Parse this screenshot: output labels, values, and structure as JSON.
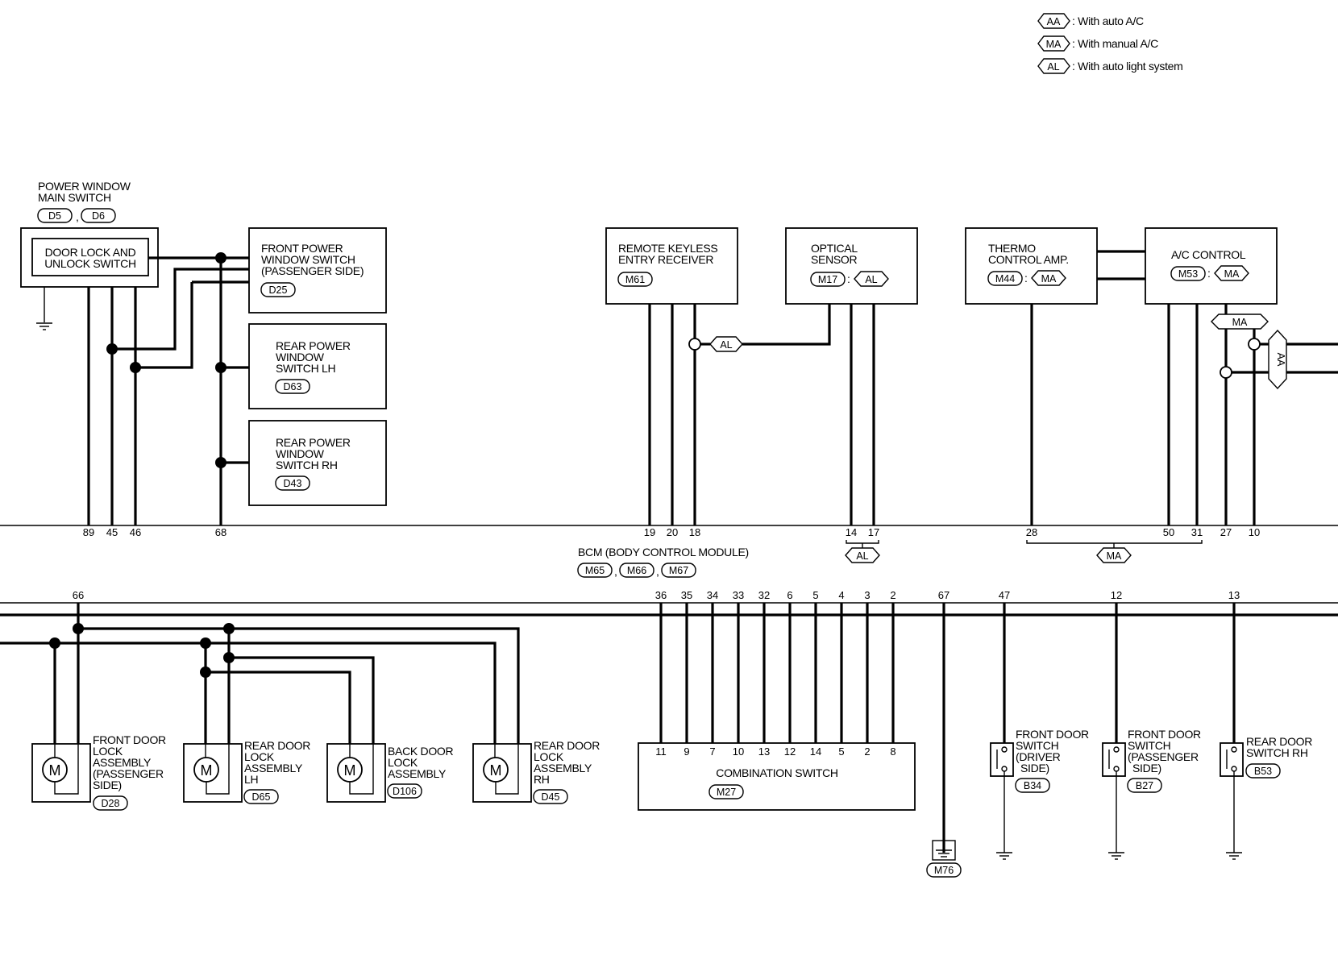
{
  "legend": [
    {
      "code": "AA",
      "text": ": With auto A/C"
    },
    {
      "code": "MA",
      "text": ": With manual A/C"
    },
    {
      "code": "AL",
      "text": ": With auto light system"
    }
  ],
  "pw_main": {
    "line1": "POWER WINDOW",
    "line2": "MAIN SWITCH",
    "conn1": "D5",
    "sep": ",",
    "conn2": "D6",
    "inner1": "DOOR LOCK AND",
    "inner2": "UNLOCK SWITCH"
  },
  "front_pw": {
    "line1": "FRONT POWER",
    "line2": "WINDOW SWITCH",
    "line3": "(PASSENGER SIDE)",
    "conn": "D25"
  },
  "rear_pw_lh": {
    "line1": "REAR POWER",
    "line2": "WINDOW",
    "line3": "SWITCH LH",
    "conn": "D63"
  },
  "rear_pw_rh": {
    "line1": "REAR POWER",
    "line2": "WINDOW",
    "line3": "SWITCH RH",
    "conn": "D43"
  },
  "keyless": {
    "line1": "REMOTE KEYLESS",
    "line2": "ENTRY RECEIVER",
    "conn": "M61"
  },
  "optical": {
    "line1": "OPTICAL",
    "line2": "SENSOR",
    "conn": "M17",
    "sep": ":",
    "opt": "AL"
  },
  "thermo": {
    "line1": "THERMO",
    "line2": "CONTROL AMP.",
    "conn": "M44",
    "sep": ":",
    "opt": "MA"
  },
  "ac": {
    "line1": "A/C CONTROL",
    "conn": "M53",
    "sep": ":",
    "opt": "MA"
  },
  "tags": {
    "al_wire": "AL",
    "ma_top": "MA",
    "aa_side": "AA"
  },
  "bcm": {
    "label": "BCM (BODY CONTROL MODULE)",
    "conn1": "M65",
    "conn2": "M66",
    "conn3": "M67",
    "sep": ",",
    "top_pins": [
      "89",
      "45",
      "46",
      "68",
      "19",
      "20",
      "18",
      "14",
      "17",
      "28",
      "50",
      "31",
      "27",
      "10"
    ],
    "bottom_pins": [
      "66",
      "36",
      "35",
      "34",
      "33",
      "32",
      "6",
      "5",
      "4",
      "3",
      "2",
      "67",
      "47",
      "12",
      "13"
    ],
    "al_group": "AL",
    "ma_group": "MA"
  },
  "front_lock": {
    "line1": "FRONT DOOR",
    "line2": "LOCK",
    "line3": "ASSEMBLY",
    "line4": "(PASSENGER",
    "line5": "SIDE)",
    "conn": "D28"
  },
  "rear_lock_lh": {
    "line1": "REAR DOOR",
    "line2": "LOCK",
    "line3": "ASSEMBLY",
    "line4": "LH",
    "conn": "D65"
  },
  "back_lock": {
    "line1": "BACK DOOR",
    "line2": "LOCK",
    "line3": "ASSEMBLY",
    "conn": "D106"
  },
  "rear_lock_rh": {
    "line1": "REAR DOOR",
    "line2": "LOCK",
    "line3": "ASSEMBLY",
    "line4": "RH",
    "conn": "D45"
  },
  "motor": "M",
  "combo": {
    "label": "COMBINATION SWITCH",
    "conn": "M27",
    "pins": [
      "11",
      "9",
      "7",
      "10",
      "13",
      "12",
      "14",
      "5",
      "2",
      "8"
    ]
  },
  "ground_conn": "M76",
  "fd_driver": {
    "line1": "FRONT DOOR",
    "line2": "SWITCH",
    "line3": "(DRIVER",
    "line4": "SIDE)",
    "conn": "B34"
  },
  "fd_pass": {
    "line1": "FRONT DOOR",
    "line2": "SWITCH",
    "line3": "(PASSENGER",
    "line4": "SIDE)",
    "conn": "B27"
  },
  "rd_rh": {
    "line1": "REAR DOOR",
    "line2": "SWITCH RH",
    "conn": "B53"
  }
}
